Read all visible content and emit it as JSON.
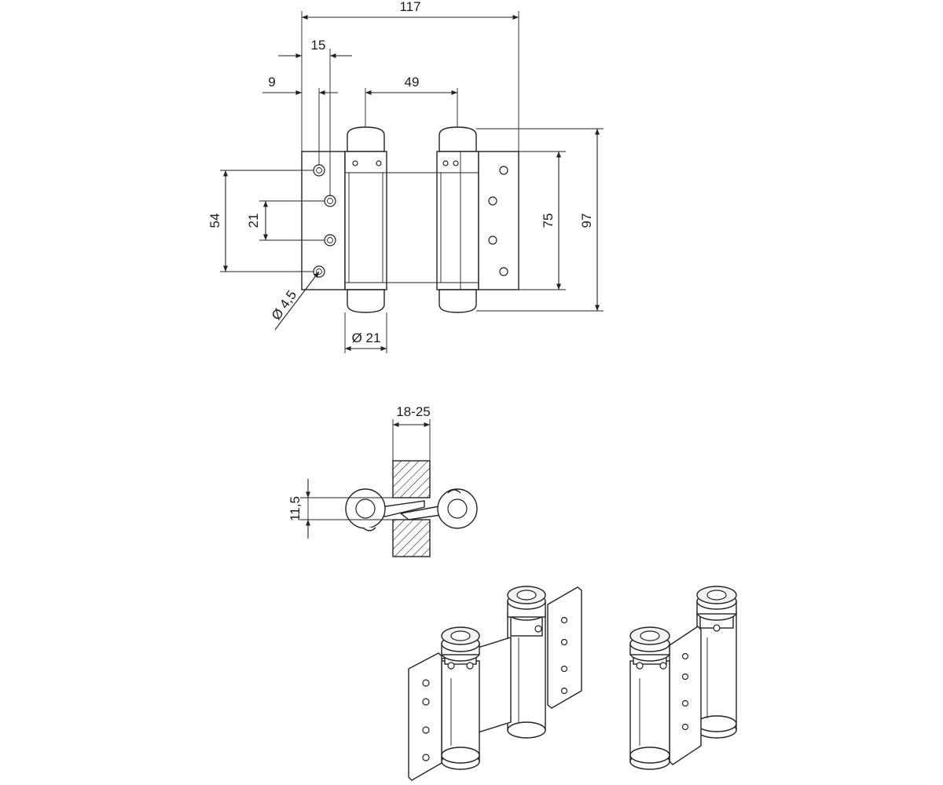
{
  "dimensions": {
    "overall_width": "117",
    "offset_15": "15",
    "offset_9": "9",
    "barrel_spacing": "49",
    "hole_span": "54",
    "hole_pitch": "21",
    "leaf_height": "75",
    "total_height": "97",
    "hole_diameter": "Ø 4,5",
    "barrel_diameter": "Ø 21",
    "door_thickness": "18-25",
    "gap": "11,5"
  }
}
